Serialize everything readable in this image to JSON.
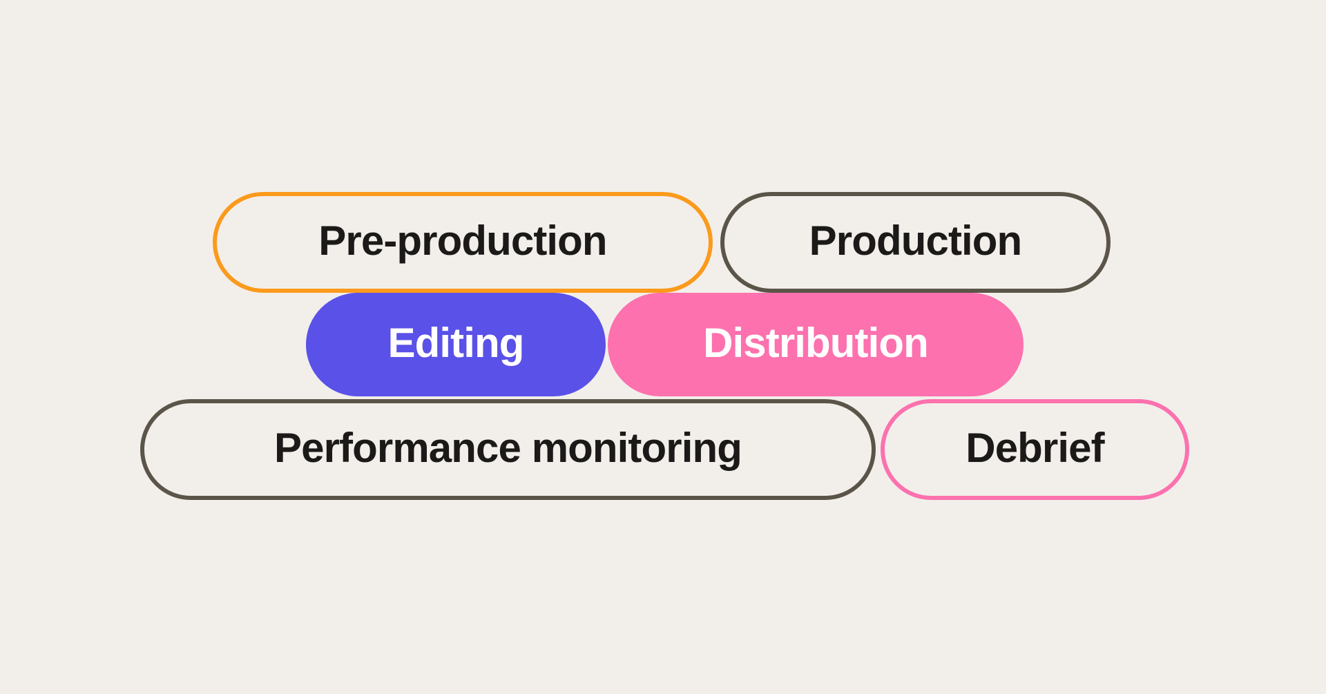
{
  "background_color": "#F2EFEB",
  "diagram": {
    "type": "pill-tag-cluster",
    "description": "Six rounded pill labels describing content production workflow stages, arranged in three overlapping rows",
    "rows": [
      {
        "row_index": 1,
        "pills": [
          {
            "id": "pre-production",
            "label": "Pre-production",
            "style": "outline",
            "border_color": "#FB9A1C",
            "fill_color": "#F2EFEB",
            "text_color": "#1C1A19"
          },
          {
            "id": "production",
            "label": "Production",
            "style": "outline",
            "border_color": "#5B5449",
            "fill_color": "#F2EFEB",
            "text_color": "#1C1A19"
          }
        ]
      },
      {
        "row_index": 2,
        "pills": [
          {
            "id": "editing",
            "label": "Editing",
            "style": "filled",
            "border_color": "#5A51E8",
            "fill_color": "#5A51E8",
            "text_color": "#FFFFFF"
          },
          {
            "id": "distribution",
            "label": "Distribution",
            "style": "filled",
            "border_color": "#FC71AE",
            "fill_color": "#FC71AE",
            "text_color": "#FFFFFF"
          }
        ]
      },
      {
        "row_index": 3,
        "pills": [
          {
            "id": "performance-monitoring",
            "label": "Performance monitoring",
            "style": "outline",
            "border_color": "#5B5449",
            "fill_color": "#F2EFEB",
            "text_color": "#1C1A19"
          },
          {
            "id": "debrief",
            "label": "Debrief",
            "style": "outline",
            "border_color": "#FC71AE",
            "fill_color": "#F2EFEB",
            "text_color": "#1C1A19"
          }
        ]
      }
    ]
  }
}
